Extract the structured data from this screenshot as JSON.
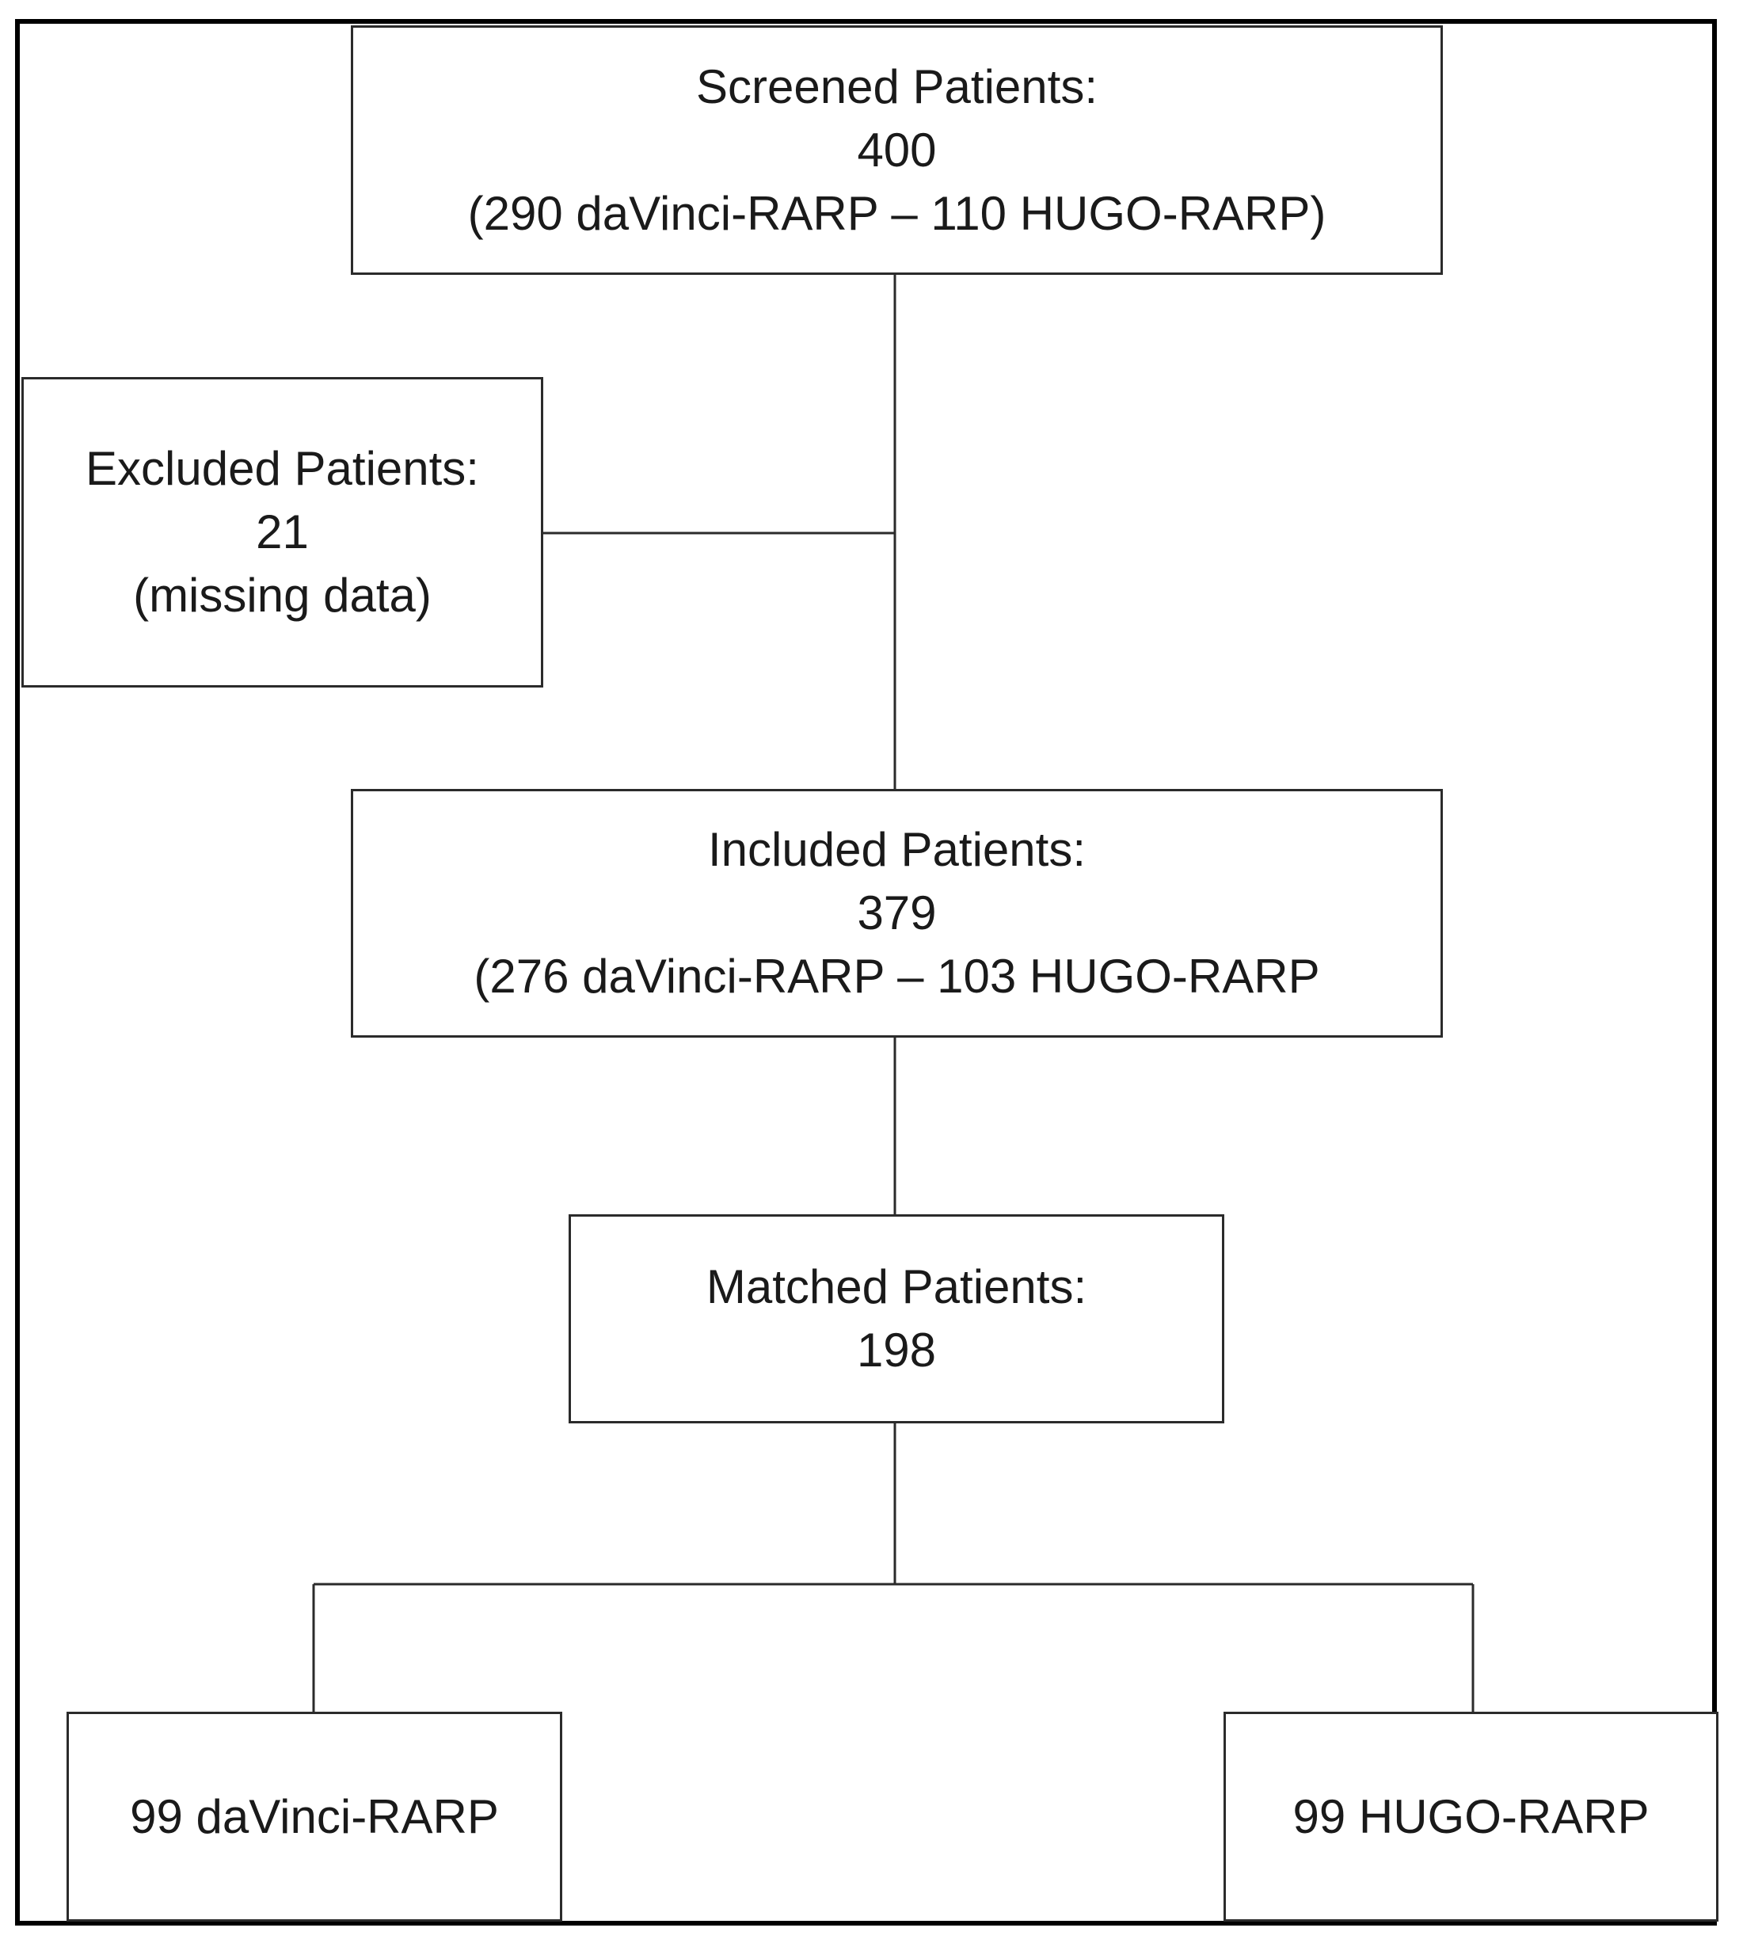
{
  "diagram": {
    "screened": {
      "title": "Screened Patients:",
      "count": "400",
      "detail": "(290 daVinci-RARP – 110 HUGO-RARP)"
    },
    "excluded": {
      "title": "Excluded Patients:",
      "count": "21",
      "detail": "(missing data)"
    },
    "included": {
      "title": "Included Patients:",
      "count": "379",
      "detail": "(276 daVinci-RARP – 103 HUGO-RARP"
    },
    "matched": {
      "title": "Matched Patients:",
      "count": "198"
    },
    "davinci_group": {
      "label": "99 daVinci-RARP"
    },
    "hugo_group": {
      "label": "99 HUGO-RARP"
    }
  }
}
